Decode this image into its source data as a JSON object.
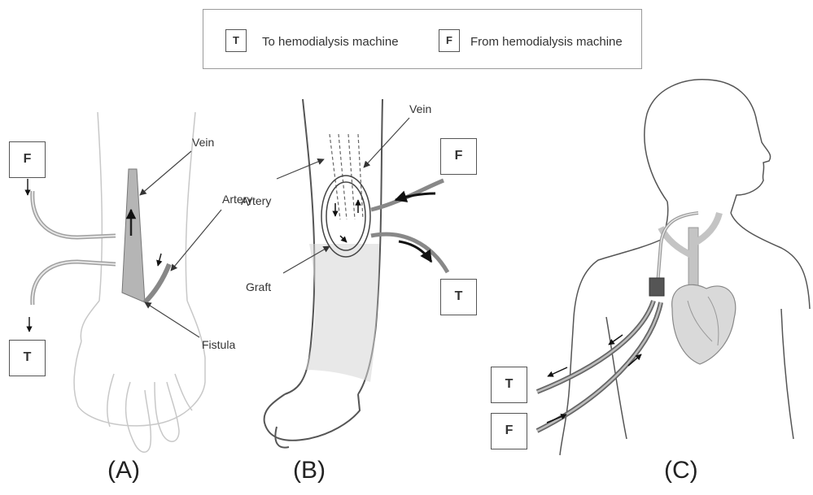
{
  "legend": {
    "to_key": "T",
    "to_text": "To hemodialysis machine",
    "from_key": "F",
    "from_text": "From hemodialysis machine"
  },
  "panel_a": {
    "label": "(A)",
    "tag_from": "F",
    "tag_to": "T",
    "vein": "Vein",
    "artery": "Artery",
    "fistula": "Fistula"
  },
  "panel_b": {
    "label": "(B)",
    "tag_from": "F",
    "tag_to": "T",
    "vein": "Vein",
    "artery": "Artery",
    "graft": "Graft"
  },
  "panel_c": {
    "label": "(C)",
    "tag_to": "T",
    "tag_from": "F"
  }
}
